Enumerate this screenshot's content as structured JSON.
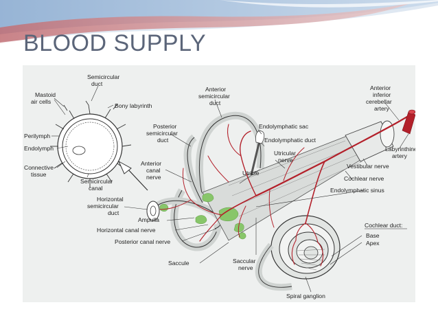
{
  "slide": {
    "title": "BLOOD SUPPLY"
  },
  "colors": {
    "banner_light": "#d7e2ee",
    "banner_blue": "#8fb2d6",
    "banner_red": "#b86b72",
    "title_text": "#5b6579",
    "figure_bg": "#eef0ef",
    "artery": "#b3202a",
    "sensory_green": "#88c66a",
    "label_text": "#222222"
  },
  "labels": {
    "semicircular_duct_top": [
      "Semicircular",
      "duct"
    ],
    "mastoid_air_cells": [
      "Mastoid",
      "air cells"
    ],
    "bony_labyrinth": "Bony labyrinth",
    "perilymph": "Perilymph",
    "endolymph": "Endolymph",
    "connective_tissue": [
      "Connective",
      "tissue"
    ],
    "semicircular_canal": [
      "Semicircular",
      "canal"
    ],
    "anterior_semicircular_duct": [
      "Anterior",
      "semicircular",
      "duct"
    ],
    "posterior_semicircular_duct": [
      "Posterior",
      "semicircular",
      "duct"
    ],
    "anterior_canal_nerve": [
      "Anterior",
      "canal",
      "nerve"
    ],
    "horizontal_semicircular_duct": [
      "Horizontal",
      "semicircular",
      "duct"
    ],
    "ampulla": "Ampulla",
    "horizontal_canal_nerve": "Horizontal canal nerve",
    "posterior_canal_nerve": "Posterior canal nerve",
    "saccule": "Saccule",
    "saccular_nerve": [
      "Saccular",
      "nerve"
    ],
    "spiral_ganglion": "Spiral ganglion",
    "endolymphatic_sac": "Endolymphatic sac",
    "endolymphatic_duct": "Endolymphatic duct",
    "utricular_nerve": [
      "Utricular",
      "nerve"
    ],
    "utricle": "Utricle",
    "anterior_inferior_cerebellar_artery": [
      "Anterior",
      "inferior",
      "cerebellar",
      "artery"
    ],
    "labyrinthine_artery": [
      "Labyrinthine",
      "artery"
    ],
    "vestibular_nerve": "Vestibular nerve",
    "cochlear_nerve": "Cochlear nerve",
    "endolymphatic_sinus": "Endolymphatic sinus",
    "cochlear_duct": "Cochlear duct:",
    "base": "Base",
    "apex": "Apex"
  }
}
